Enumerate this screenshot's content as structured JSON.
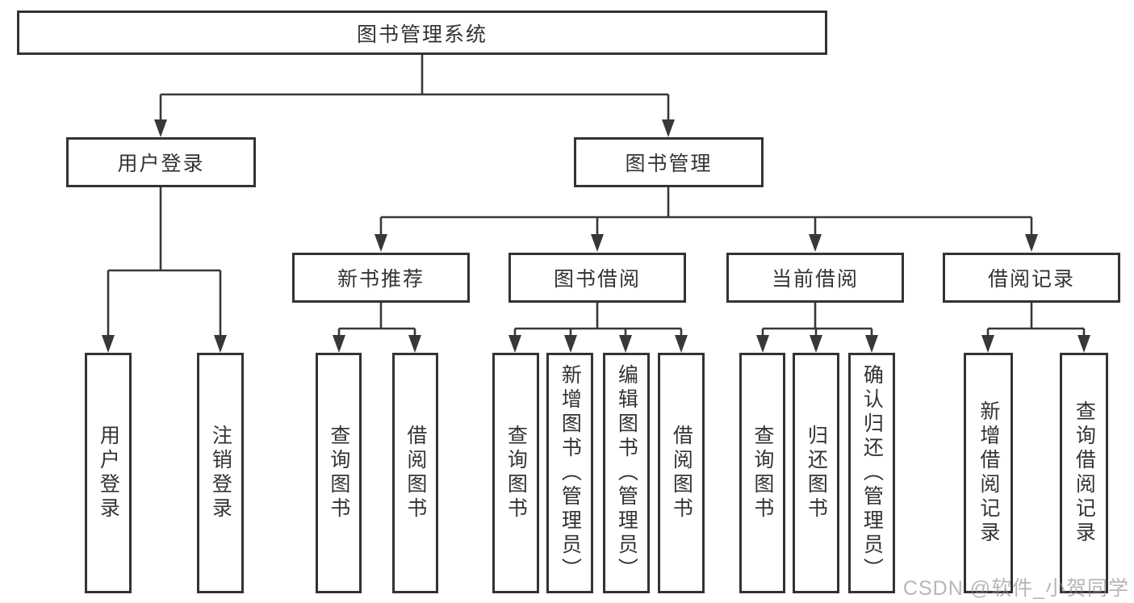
{
  "diagram_title": "图书管理系统",
  "watermark": "CSDN @软件_小贺同学",
  "colors": {
    "line": "#383838",
    "box_border": "#333333",
    "text": "#333333",
    "background": "#ffffff",
    "watermark": "#8a8a8a"
  },
  "tree": {
    "label": "图书管理系统",
    "children": [
      {
        "label": "用户登录",
        "children": [
          {
            "label": "用户登录"
          },
          {
            "label": "注销登录"
          }
        ]
      },
      {
        "label": "图书管理",
        "children": [
          {
            "label": "新书推荐",
            "children": [
              {
                "label": "查询图书"
              },
              {
                "label": "借阅图书"
              }
            ]
          },
          {
            "label": "图书借阅",
            "children": [
              {
                "label": "查询图书"
              },
              {
                "label": "新增图书（管理员）"
              },
              {
                "label": "编辑图书（管理员）"
              },
              {
                "label": "借阅图书"
              }
            ]
          },
          {
            "label": "当前借阅",
            "children": [
              {
                "label": "查询图书"
              },
              {
                "label": "归还图书"
              },
              {
                "label": "确认归还（管理员）"
              }
            ]
          },
          {
            "label": "借阅记录",
            "children": [
              {
                "label": "新增借阅记录"
              },
              {
                "label": "查询借阅记录"
              }
            ]
          }
        ]
      }
    ]
  }
}
